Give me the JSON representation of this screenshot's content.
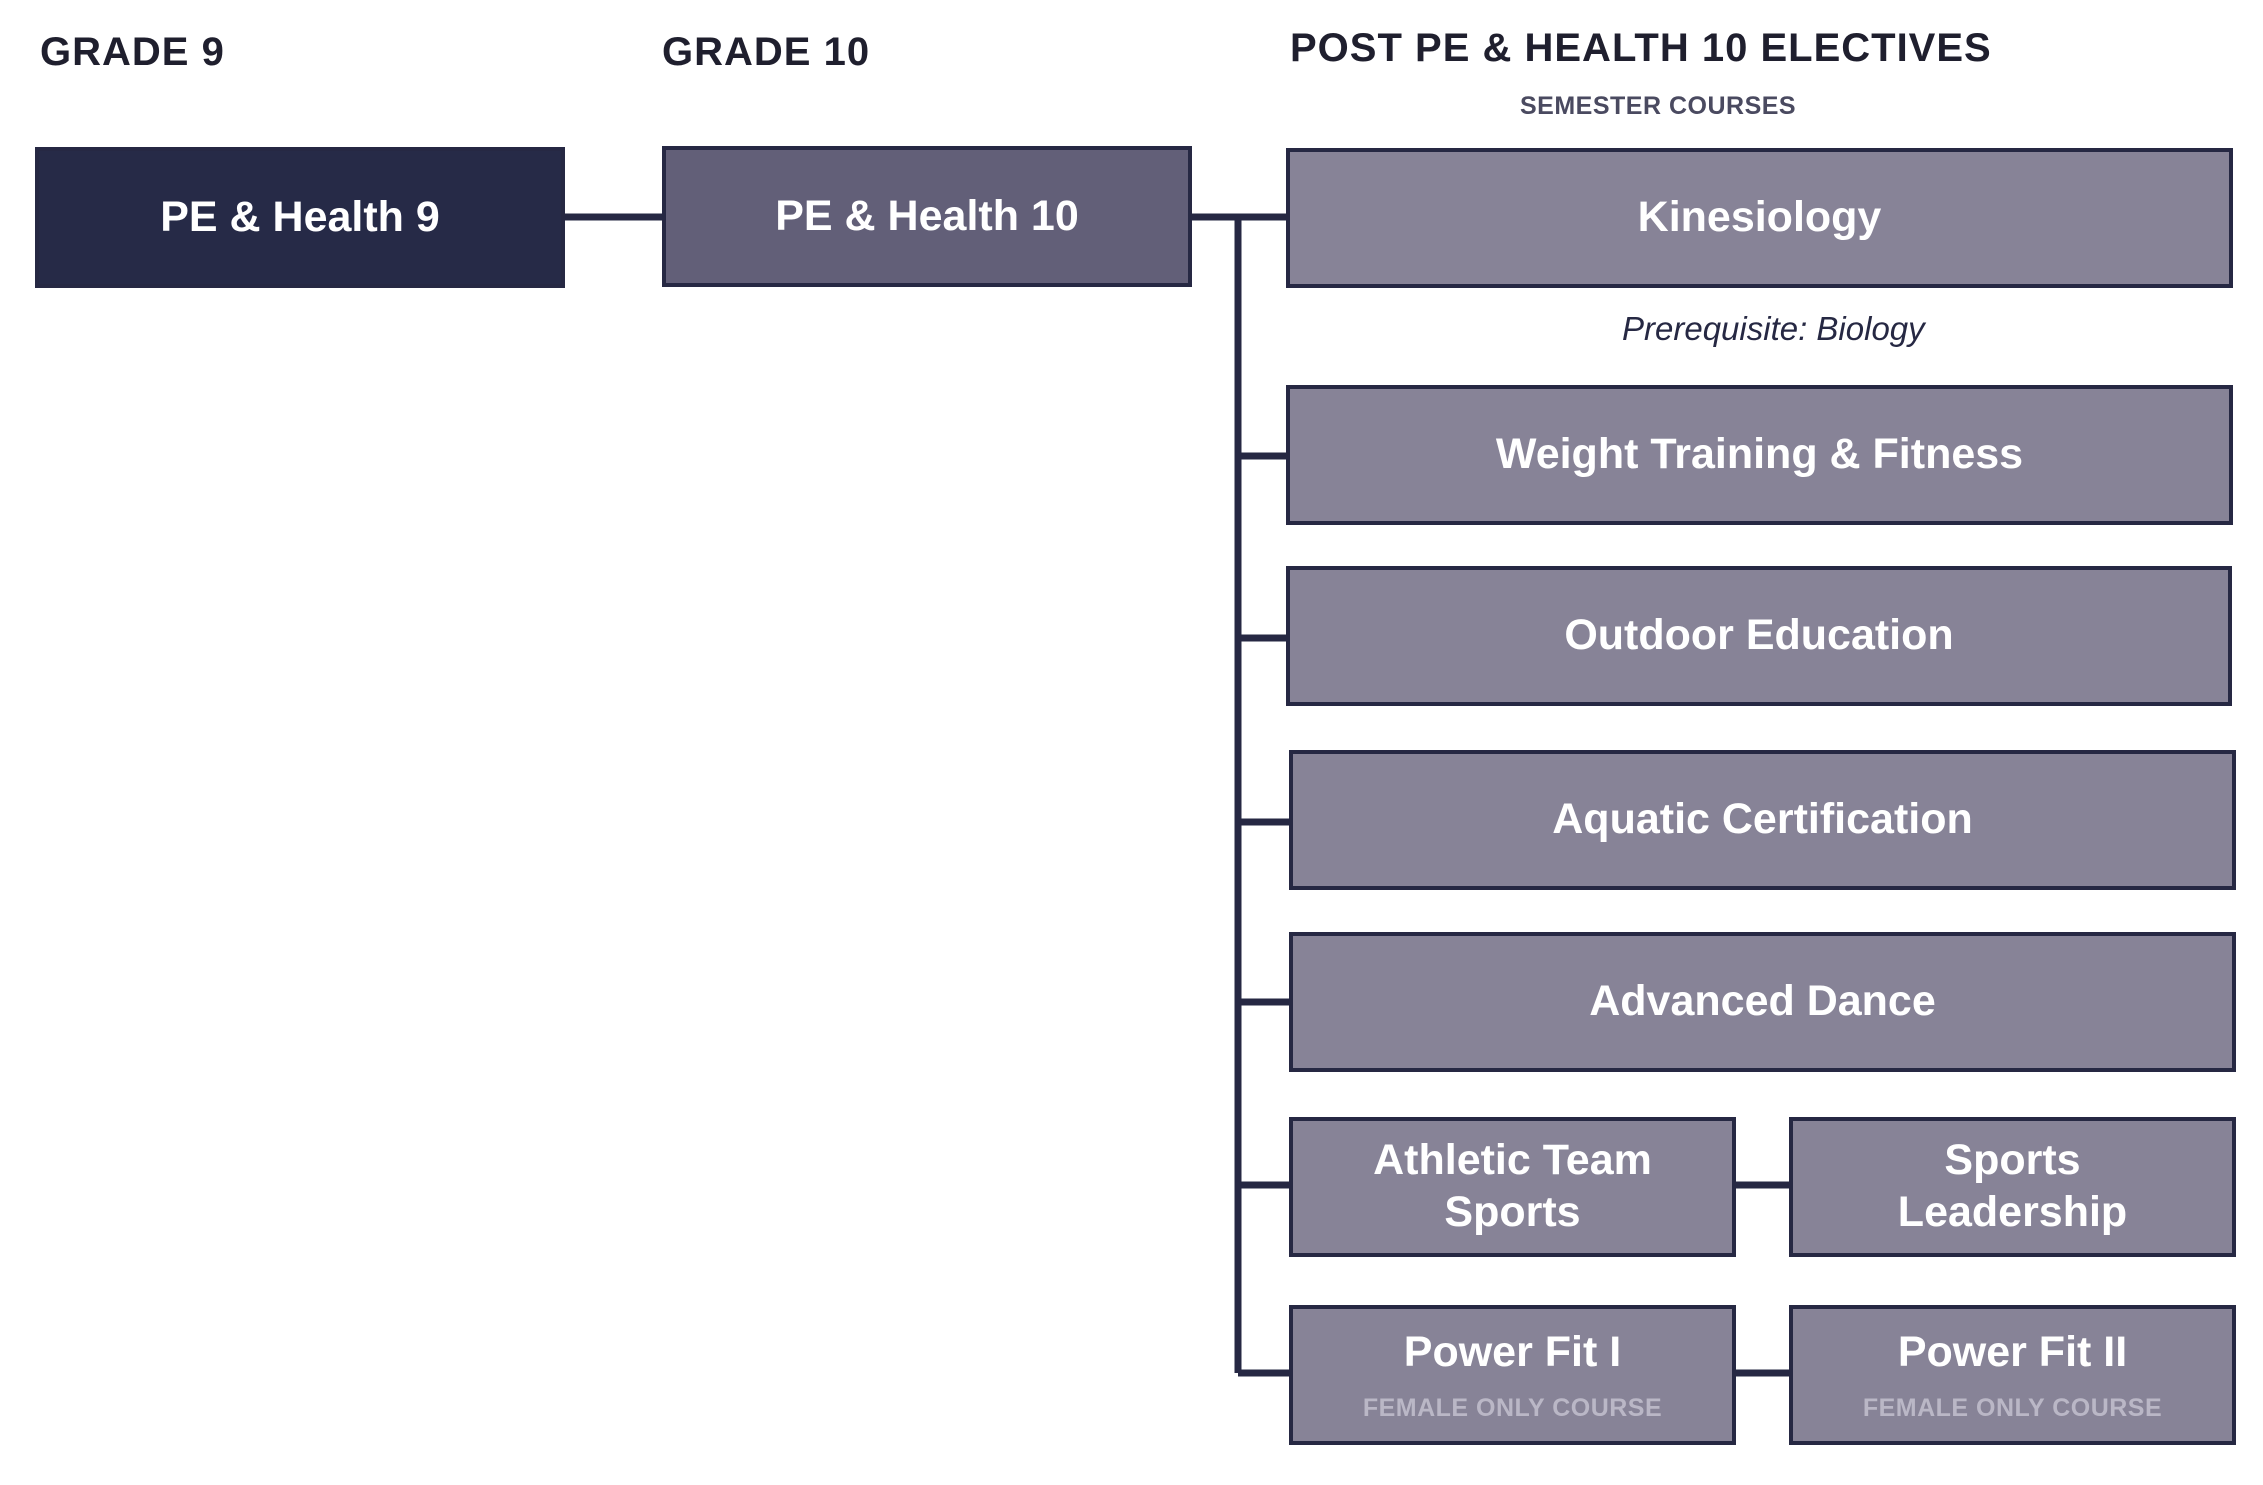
{
  "headers": {
    "grade9": "GRADE 9",
    "grade10": "GRADE 10",
    "electives": "POST PE & HEALTH 10 ELECTIVES",
    "electives_sub": "SEMESTER COURSES"
  },
  "courses": {
    "pe9": "PE & Health 9",
    "pe10": "PE & Health 10",
    "kinesiology": "Kinesiology",
    "kinesiology_prereq": "Prerequisite: Biology",
    "weight_training": "Weight Training & Fitness",
    "outdoor_education": "Outdoor Education",
    "aquatic_certification": "Aquatic Certification",
    "advanced_dance": "Advanced Dance",
    "athletic_team_sports": "Athletic Team Sports",
    "sports_leadership": "Sports Leadership",
    "power_fit_1": "Power Fit I",
    "power_fit_1_note": "FEMALE ONLY COURSE",
    "power_fit_2": "Power Fit II",
    "power_fit_2_note": "FEMALE ONLY COURSE"
  },
  "colors": {
    "grade9_fill": "#262a47",
    "grade10_fill": "#625f78",
    "elective_fill": "#878397",
    "border": "#262843"
  }
}
